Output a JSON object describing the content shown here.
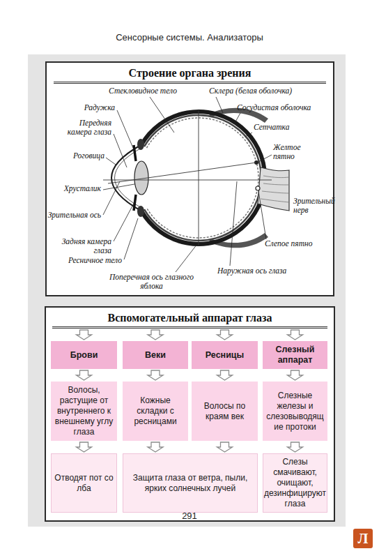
{
  "diagram": {
    "title": "Сенсорные системы. Анализаторы",
    "nodes": [
      {
        "text": [
          "Строение органа зрения"
        ]
      },
      {
        "text": [
          "Вспомогательный аппарат глаза"
        ]
      },
      {
        "text": [
          "Брови"
        ]
      },
      {
        "text": [
          "Веки"
        ]
      },
      {
        "text": [
          "Ресницы"
        ]
      },
      {
        "text": [
          "Слезный аппарат"
        ]
      },
      {
        "text": [
          "Волосы, растущие от внутреннего к внешнему углу глаза"
        ]
      },
      {
        "text": [
          "Кожные складки с ресницами"
        ]
      },
      {
        "text": [
          "Волосы по краям век"
        ]
      },
      {
        "text": [
          "Слезные железы и слезовыводящие протоки"
        ]
      },
      {
        "text": [
          "Отводят пот со лба"
        ]
      },
      {
        "text": [
          "Защита глаза от ветра, пыли, ярких солнечных лучей"
        ]
      },
      {
        "text": [
          "Слезы смачивают, очищают, дезинфицируют глаза"
        ]
      }
    ],
    "edges": [
      {
        "from": 1,
        "to": 2,
        "arrow": "to"
      },
      {
        "from": 1,
        "to": 3,
        "arrow": "to"
      },
      {
        "from": 1,
        "to": 4,
        "arrow": "to"
      },
      {
        "from": 1,
        "to": 5,
        "arrow": "to"
      },
      {
        "from": 2,
        "to": 6,
        "arrow": "to"
      },
      {
        "from": 3,
        "to": 7,
        "arrow": "to"
      },
      {
        "from": 4,
        "to": 8,
        "arrow": "to"
      },
      {
        "from": 5,
        "to": 9,
        "arrow": "to"
      },
      {
        "from": 6,
        "to": 10,
        "arrow": "to"
      },
      {
        "from": 7,
        "to": 11,
        "arrow": "to"
      },
      {
        "from": 8,
        "to": 11,
        "arrow": "to"
      },
      {
        "from": 9,
        "to": 12,
        "arrow": "to"
      }
    ],
    "labels": [
      "Стекловидное тело",
      "Склера (белая оболочка)",
      "Радужка",
      "Сосудистая оболочка",
      "Передняя камера глаза",
      "Сетчатка",
      "Роговица",
      "Желтое пятно",
      "Хрусталик",
      "Зрительный нерв",
      "Зрительная ось",
      "Слепое пятно",
      "Задняя камера глаза",
      "Ресничное тело",
      "Наружная ось глаза",
      "Поперечная ось глазного яблока",
      "291",
      "Л"
    ]
  }
}
